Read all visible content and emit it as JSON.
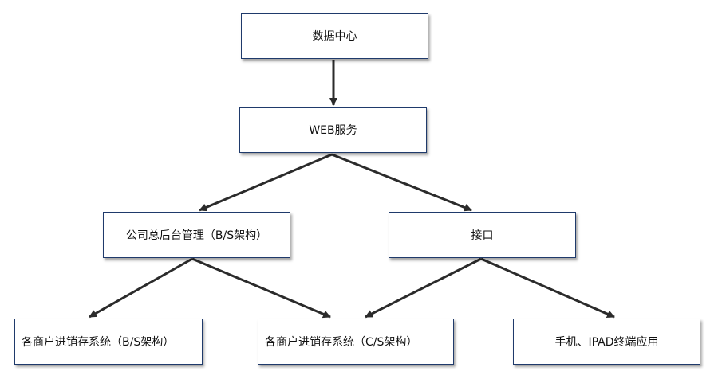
{
  "nodes": {
    "data_center": "数据中心",
    "web_service": "WEB服务",
    "admin": "公司总后台管理（B/S架构）",
    "interface": "接口",
    "bs_system": "各商户进销存系统（B/S架构）",
    "cs_system": "各商户进销存系统（C/S架构）",
    "mobile": "手机、IPAD终端应用"
  },
  "colors": {
    "arrow": "#2b2b2b",
    "border": "#1f3a6b"
  }
}
